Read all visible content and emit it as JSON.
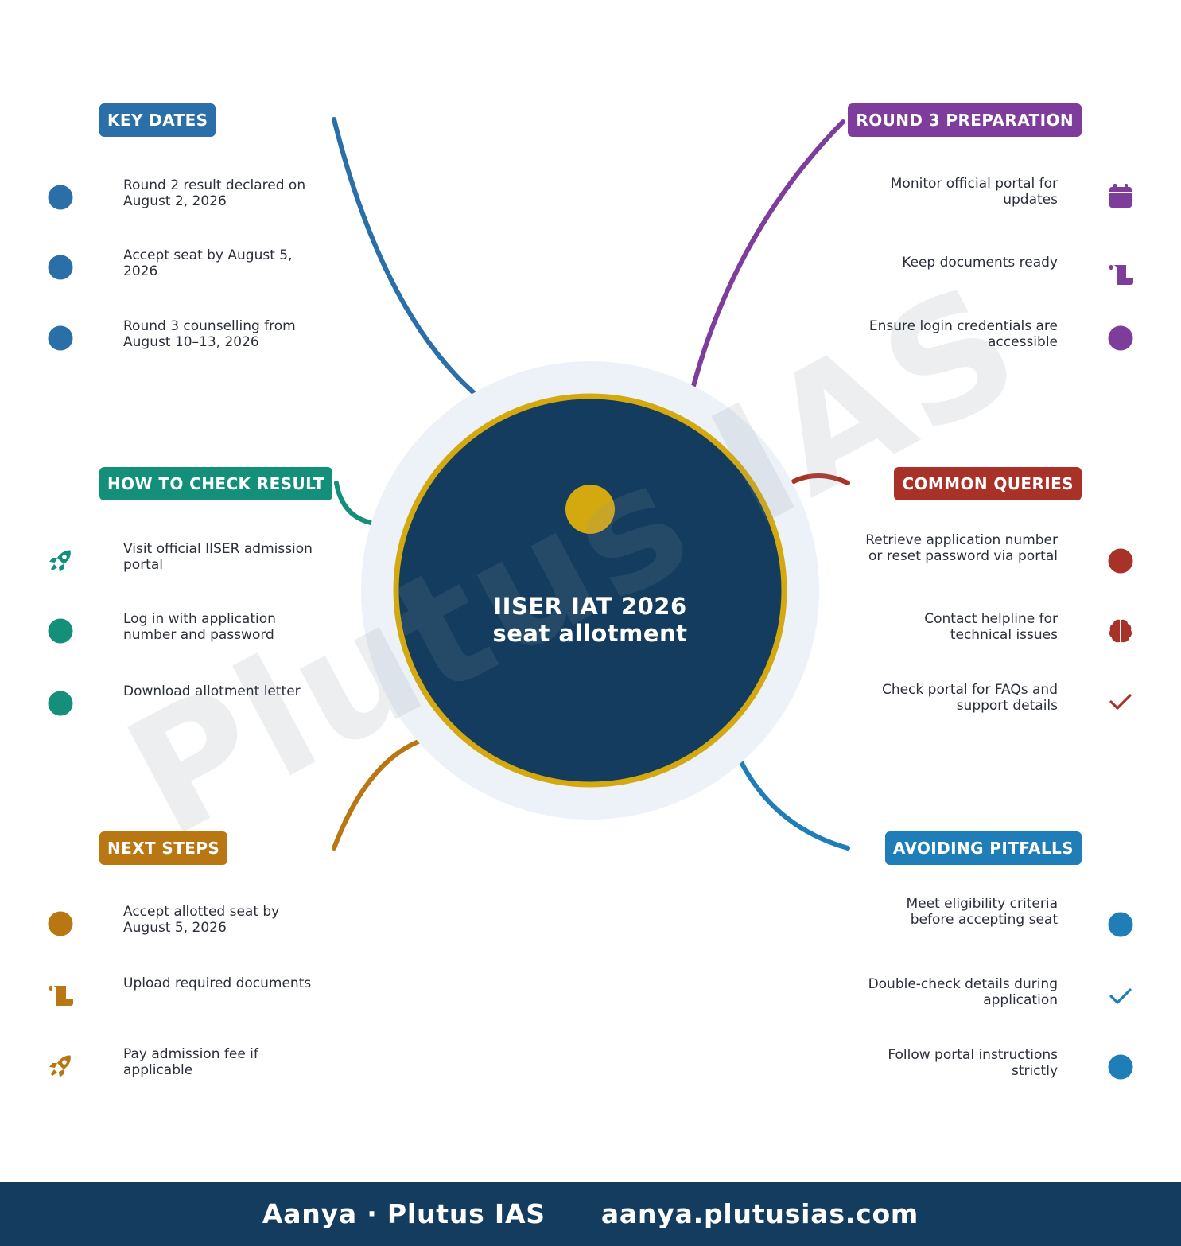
{
  "center": {
    "title_line1": "IISER IAT 2026",
    "title_line2": "seat allotment",
    "fill_color": "#133c5e",
    "ring_color": "#d4a90f",
    "halo_color": "#edf2f8",
    "dot_color": "#d4a90f"
  },
  "watermark": {
    "text": "Plutus IAS"
  },
  "branches": {
    "key_dates": {
      "title": "KEY DATES",
      "color": "#2a6fa8",
      "items": [
        {
          "text": "Round 2 result declared on August 2, 2026",
          "icon": "dot-icon"
        },
        {
          "text": "Accept seat by August 5, 2026",
          "icon": "dot-icon"
        },
        {
          "text": "Round 3 counselling from August 10–13, 2026",
          "icon": "dot-icon"
        }
      ]
    },
    "how_to_check": {
      "title": "HOW TO CHECK RESULT",
      "color": "#14907a",
      "items": [
        {
          "text": "Visit official IISER admission portal",
          "icon": "rocket-icon"
        },
        {
          "text": "Log in with application number and password",
          "icon": "dot-icon"
        },
        {
          "text": "Download allotment letter",
          "icon": "dot-icon"
        }
      ]
    },
    "next_steps": {
      "title": "NEXT STEPS",
      "color": "#b97713",
      "items": [
        {
          "text": "Accept allotted seat by August 5, 2026",
          "icon": "dot-icon"
        },
        {
          "text": "Upload required documents",
          "icon": "scroll-icon"
        },
        {
          "text": "Pay admission fee if applicable",
          "icon": "rocket-icon"
        }
      ]
    },
    "round3_prep": {
      "title": "ROUND 3 PREPARATION",
      "color": "#7e3d9b",
      "items": [
        {
          "text": "Monitor official portal for updates",
          "icon": "calendar-icon"
        },
        {
          "text": "Keep documents ready",
          "icon": "scroll-icon"
        },
        {
          "text": "Ensure login credentials are accessible",
          "icon": "dot-icon"
        }
      ]
    },
    "common_queries": {
      "title": "COMMON QUERIES",
      "color": "#a83228",
      "items": [
        {
          "text": "Retrieve application number or reset password via portal",
          "icon": "dot-icon"
        },
        {
          "text": "Contact helpline for technical issues",
          "icon": "brain-icon"
        },
        {
          "text": "Check portal for FAQs and support details",
          "icon": "check-icon"
        }
      ]
    },
    "avoiding_pitfalls": {
      "title": "AVOIDING PITFALLS",
      "color": "#1f7db8",
      "items": [
        {
          "text": "Meet eligibility criteria before accepting seat",
          "icon": "dot-icon"
        },
        {
          "text": "Double-check details during application",
          "icon": "check-icon"
        },
        {
          "text": "Follow portal instructions strictly",
          "icon": "dot-icon"
        }
      ]
    }
  },
  "footer": {
    "author": "Aanya · Plutus IAS",
    "url": "aanya.plutusias.com"
  }
}
